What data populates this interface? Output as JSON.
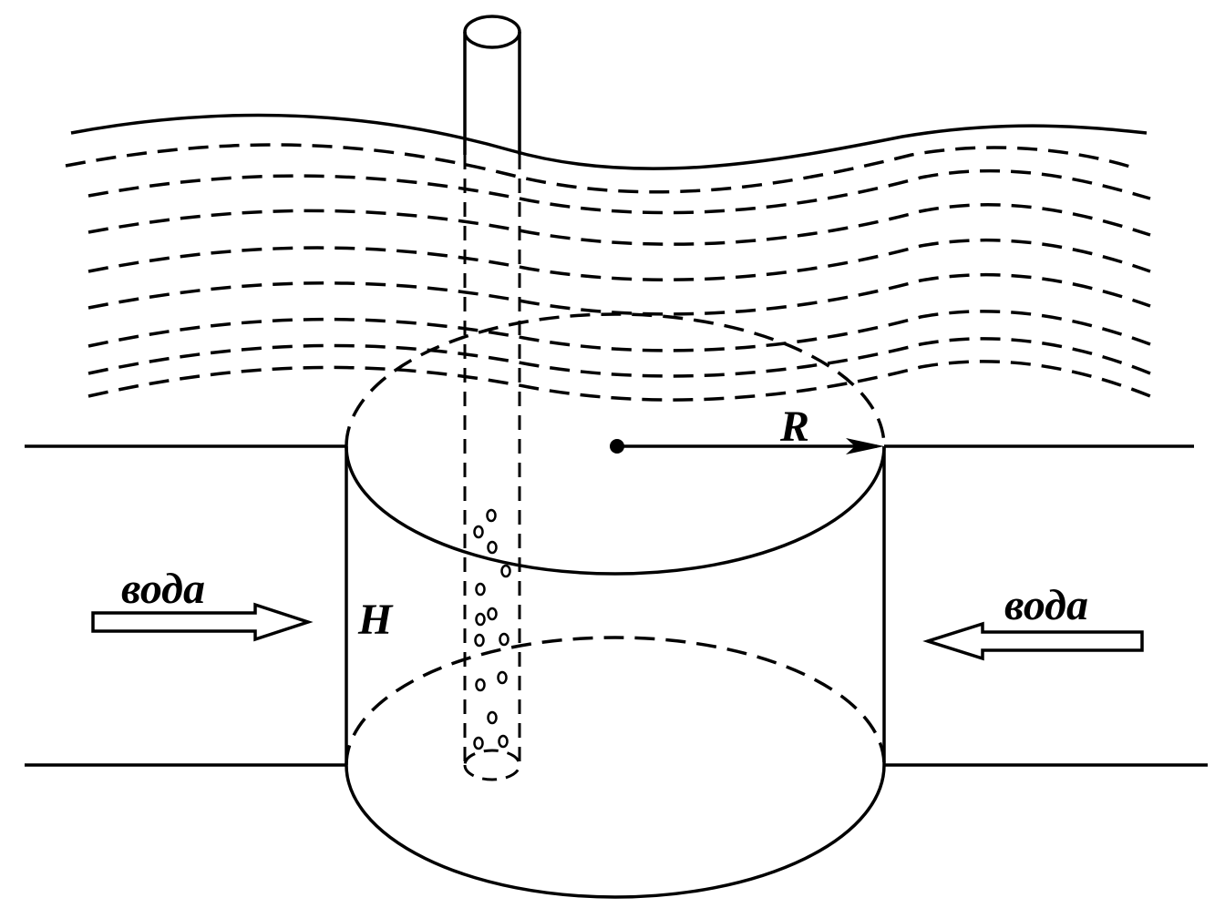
{
  "labels": {
    "radius": "R",
    "height": "H",
    "water_left": "вода",
    "water_right": "вода"
  },
  "colors": {
    "stroke": "#000000",
    "background": "#ffffff"
  }
}
